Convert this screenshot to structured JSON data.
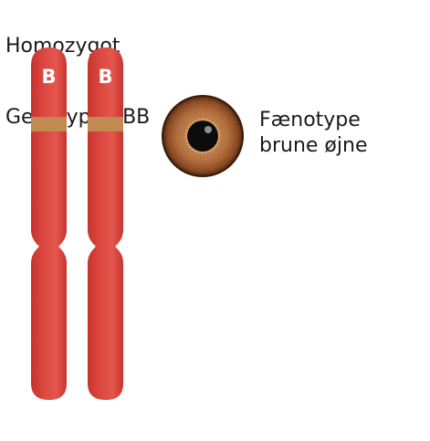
{
  "title": {
    "line1": "Homozygot",
    "line2": "Genotypen BB"
  },
  "chromosomes": [
    {
      "allele": "B"
    },
    {
      "allele": "B"
    }
  ],
  "phenotype": {
    "line1": "Fænotype",
    "line2": "brune øjne"
  },
  "colors": {
    "chromosome": "#d9413b",
    "chromosome_highlight": "#e0675a",
    "band": "#c08a52",
    "iris": "#b8713f",
    "pupil": "#0c0c0c",
    "text": "#1a1a1a"
  }
}
